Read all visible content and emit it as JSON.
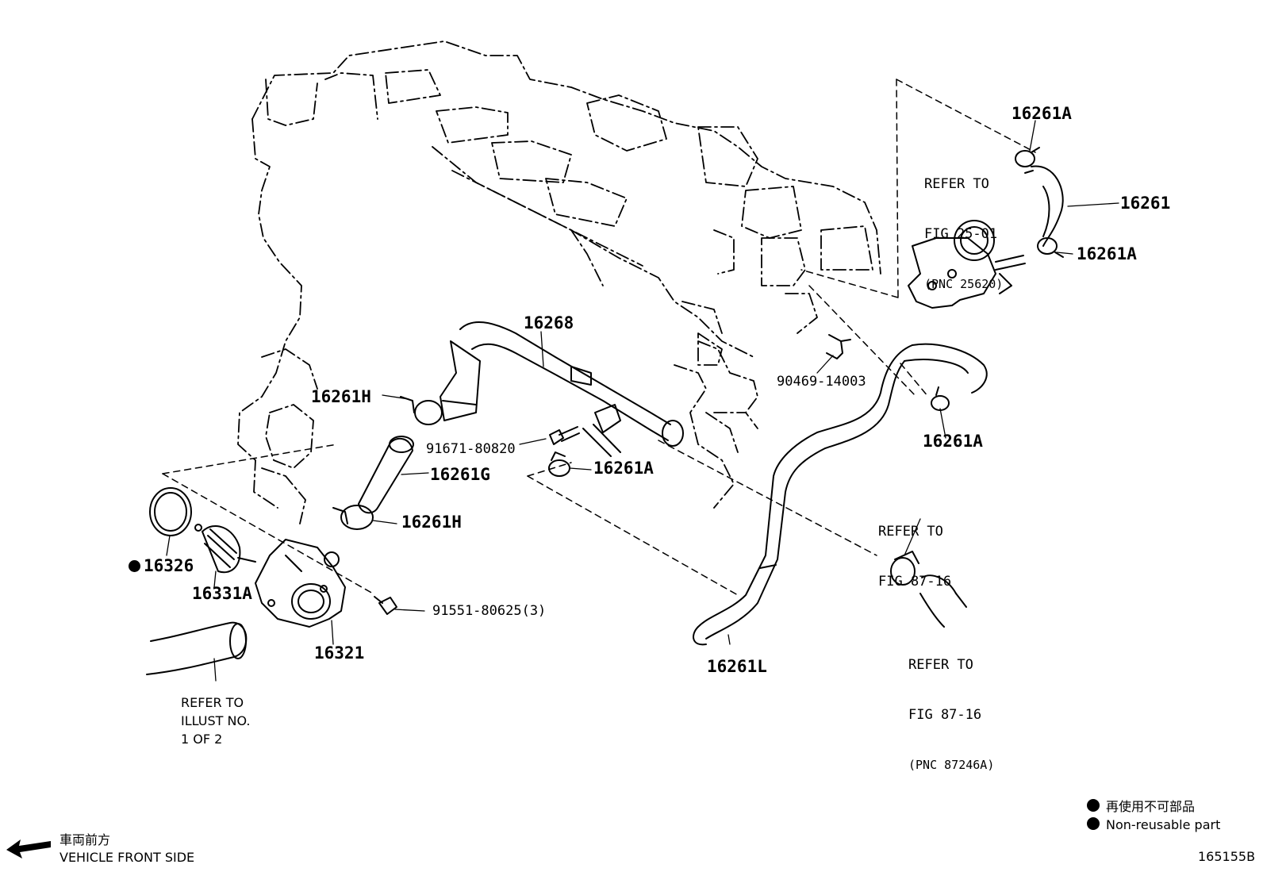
{
  "parts": {
    "p16261A_top": "16261A",
    "p16261": "16261",
    "p16261A_right": "16261A",
    "p16268": "16268",
    "p16261H_top": "16261H",
    "p90469": "90469-14003",
    "p16261A_mid": "16261A",
    "p91671": "91671-80820",
    "p16261A_low": "16261A",
    "p16261G": "16261G",
    "p16261H_low": "16261H",
    "p16326": "16326",
    "p16331A": "16331A",
    "p91551": "91551-80625(3)",
    "p16321": "16321",
    "p16261L": "16261L"
  },
  "refs": {
    "fig2501": {
      "line1": "REFER TO",
      "line2": "FIG 25-01",
      "line3": "(PNC 25620)"
    },
    "fig8716a": {
      "line1": "REFER TO",
      "line2": "FIG 87-16"
    },
    "fig8716b": {
      "line1": "REFER TO",
      "line2": "FIG 87-16",
      "line3": "(PNC 87246A)"
    },
    "illust": {
      "line1": "REFER TO",
      "line2": "ILLUST NO.",
      "line3": "1 OF 2"
    }
  },
  "legend": {
    "jp": "再使用不可部品",
    "en": "Non-reusable part"
  },
  "front": {
    "jp": "車両前方",
    "en": "VEHICLE FRONT SIDE"
  },
  "figure_number": "165155B"
}
